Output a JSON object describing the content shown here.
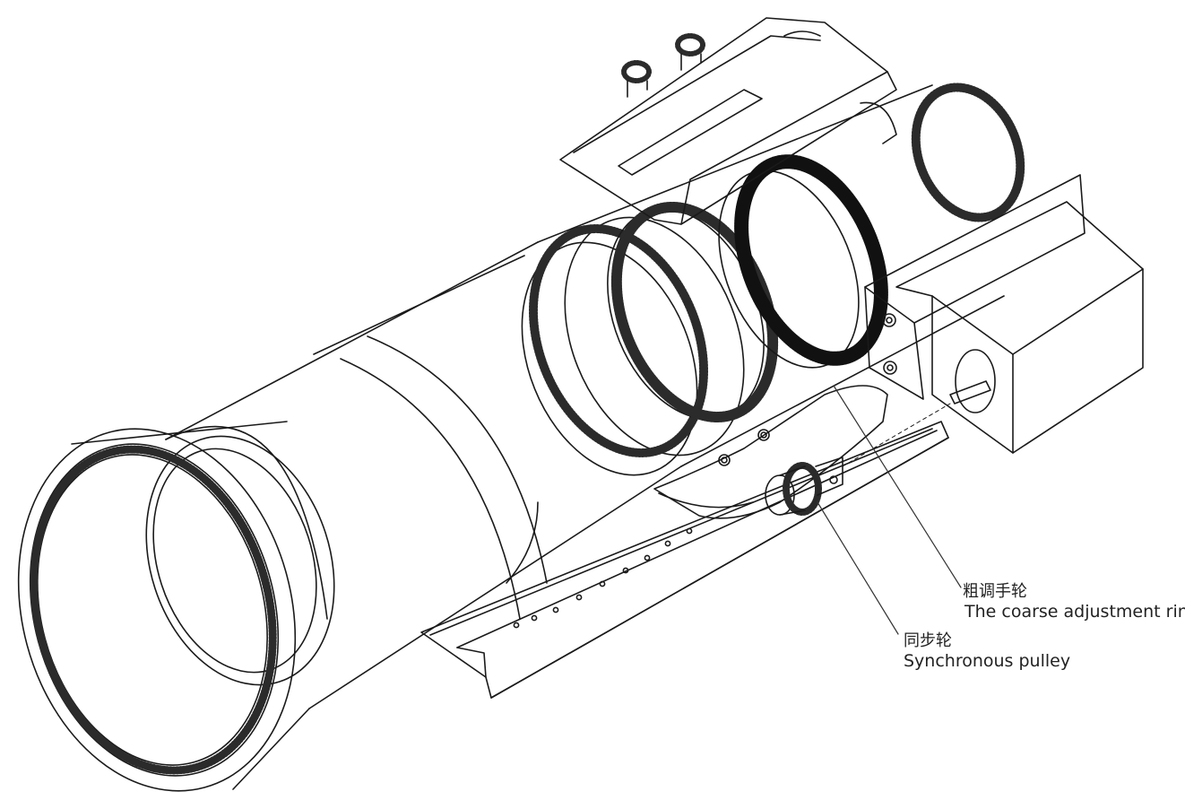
{
  "colors": {
    "line": "#1a1a1a",
    "teeth": "#2b2b2b",
    "leader": "#333333",
    "background": "#ffffff"
  },
  "callouts": {
    "coarse_ring": {
      "zh": "粗调手轮",
      "en": "The coarse adjustment ring"
    },
    "sync_pulley": {
      "zh": "同步轮",
      "en": "Synchronous pulley"
    }
  }
}
